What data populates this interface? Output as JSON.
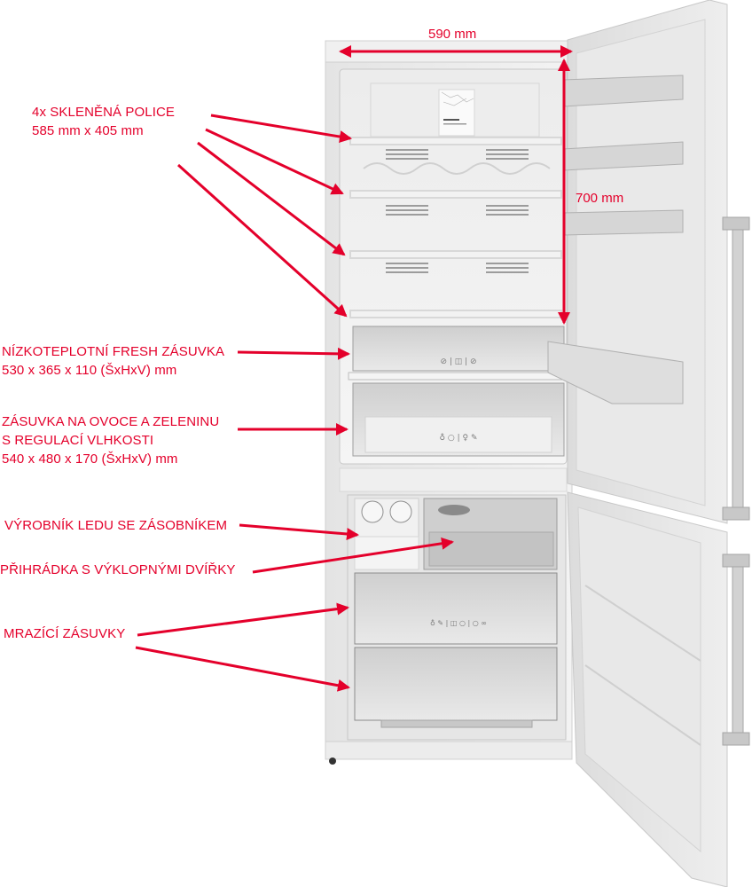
{
  "image": {
    "subject": "Combined refrigerator-freezer with open doors, annotated with features and dimensions",
    "accent_color": "#e4002b"
  },
  "dimensions": {
    "width": "590 mm",
    "height": "700 mm"
  },
  "callouts": [
    {
      "id": "glass-shelves",
      "lines": [
        "4x SKLENĚNÁ POLICE",
        "585 mm x 405 mm"
      ],
      "arrow_count": 4
    },
    {
      "id": "fresh-drawer",
      "lines": [
        "NÍZKOTEPLOTNÍ FRESH ZÁSUVKA",
        " 530 x 365 x 110 (ŠxHxV) mm"
      ],
      "arrow_count": 1
    },
    {
      "id": "crisper-drawer",
      "lines": [
        "ZÁSUVKA NA OVOCE A ZELENINU",
        "S REGULACÍ VLHKOSTI",
        " 540 x 480 x 170 (ŠxHxV) mm"
      ],
      "arrow_count": 1
    },
    {
      "id": "ice-maker",
      "lines": [
        "VÝROBNÍK LEDU SE ZÁSOBNÍKEM"
      ],
      "arrow_count": 1
    },
    {
      "id": "flap-compartment",
      "lines": [
        "PŘIHRÁDKA S VÝKLOPNÝMI DVÍŘKY"
      ],
      "arrow_count": 1
    },
    {
      "id": "freezer-drawers",
      "lines": [
        "MRAZÍCÍ ZÁSUVKY"
      ],
      "arrow_count": 2
    }
  ]
}
